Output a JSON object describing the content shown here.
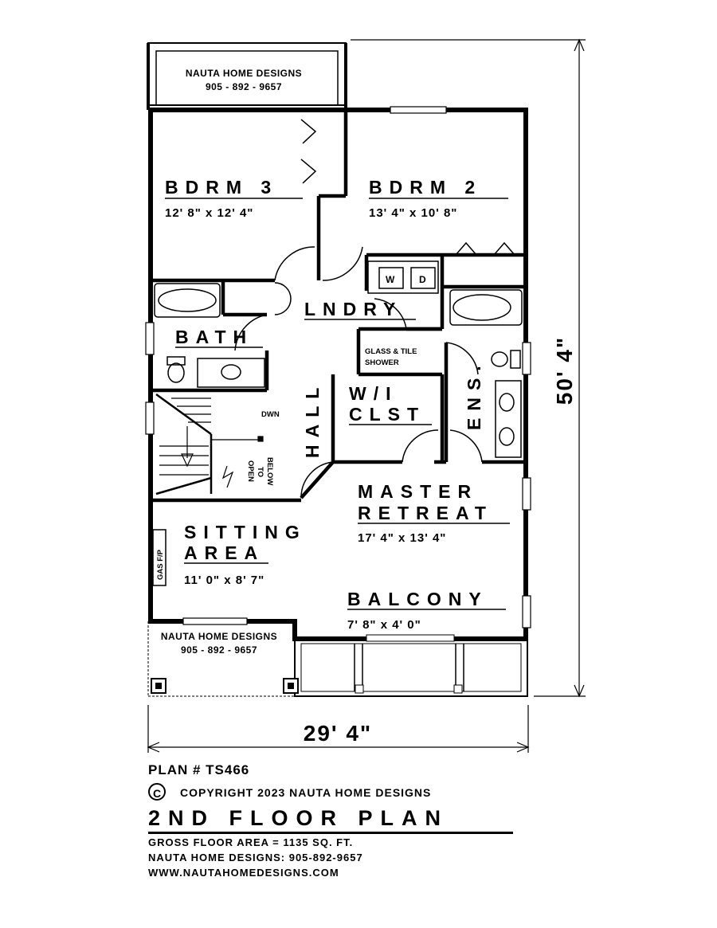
{
  "watermark_top": {
    "company": "NAUTA HOME DESIGNS",
    "phone": "905 - 892 - 9657"
  },
  "watermark_bottom": {
    "company": "NAUTA HOME DESIGNS",
    "phone": "905 - 892 - 9657"
  },
  "rooms": {
    "bdrm3": {
      "name": "BDRM 3",
      "size": "12' 8\" x 12' 4\""
    },
    "bdrm2": {
      "name": "BDRM 2",
      "size": "13' 4\" x 10' 8\""
    },
    "laundry": {
      "name": "LNDRY",
      "washer": "W",
      "dryer": "D"
    },
    "bath": {
      "name": "BATH"
    },
    "shower": {
      "line1": "GLASS & TILE",
      "line2": "SHOWER"
    },
    "walk_in_closet": {
      "line1": "W/I",
      "line2": "CLST"
    },
    "ensuite": {
      "name": "ENS."
    },
    "hall": {
      "name": "HALL"
    },
    "stairs": {
      "label": "DWN"
    },
    "open_to_below": {
      "line1": "OPEN",
      "line2": "TO",
      "line3": "BELOW"
    },
    "master": {
      "line1": "MASTER",
      "line2": "RETREAT",
      "size": "17' 4\" x 13' 4\""
    },
    "sitting": {
      "line1": "SITTING",
      "line2": "AREA",
      "size": "11' 0\" x 8' 7\""
    },
    "fireplace": {
      "label": "GAS F/P"
    },
    "balcony": {
      "name": "BALCONY",
      "size": "7' 8\" x 4' 0\""
    }
  },
  "dimensions": {
    "width": "29' 4\"",
    "depth": "50' 4\""
  },
  "footer": {
    "plan_number": "PLAN # TS466",
    "copyright_symbol": "C",
    "copyright": "COPYRIGHT 2023 NAUTA HOME DESIGNS",
    "title": "2ND FLOOR PLAN",
    "gross_area": "GROSS  FLOOR AREA  =  1135  SQ. FT.",
    "phone": "NAUTA HOME DESIGNS:  905-892-9657",
    "website": "WWW.NAUTAHOMEDESIGNS.COM"
  }
}
